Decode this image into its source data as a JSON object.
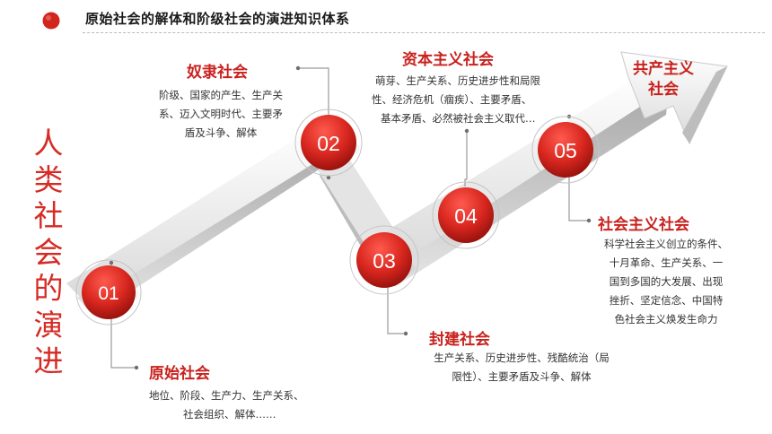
{
  "header": {
    "title": "原始社会的解体和阶级社会的演进知识体系"
  },
  "vertical_title": [
    "人",
    "类",
    "社",
    "会",
    "的",
    "演",
    "进"
  ],
  "badges": [
    "01",
    "02",
    "03",
    "04",
    "05"
  ],
  "stages": [
    {
      "title": "原始社会",
      "desc": [
        "地位、阶段、生产力、生产关系、",
        "社会组织、解体……"
      ]
    },
    {
      "title": "奴隶社会",
      "desc": [
        "阶级、国家的产生、生产关",
        "系、迈入文明时代、主要矛",
        "盾及斗争、解体"
      ]
    },
    {
      "title": "封建社会",
      "desc": [
        "生产关系、历史进步性、残酷统治（局",
        "限性）、主要矛盾及斗争、解体"
      ]
    },
    {
      "title": "资本主义社会",
      "desc": [
        "萌芽、生产关系、历史进步性和局限",
        "性、经济危机（痼疾）、主要矛盾、",
        "基本矛盾、必然被社会主义取代…"
      ]
    },
    {
      "title": "社会主义社会",
      "desc": [
        "科学社会主义创立的条件、",
        "十月革命、生产关系、一",
        "国到多国的大发展、出现",
        "挫折、坚定信念、中国特",
        "色社会主义焕发生命力"
      ]
    }
  ],
  "arrow_label": [
    "共产主义",
    "社会"
  ],
  "colors": {
    "accent": "#c8221e",
    "badge": "#d3241e",
    "arrow": "#d8d8d8"
  }
}
